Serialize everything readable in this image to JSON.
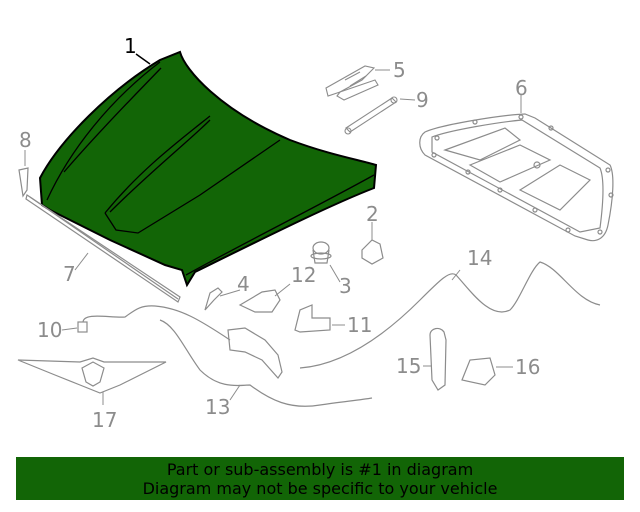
{
  "diagram": {
    "highlight_color": "#126506",
    "line_color": "#8c8c8c",
    "parts": [
      {
        "number": "1",
        "name": "hood panel",
        "highlighted": true
      },
      {
        "number": "2",
        "name": "bumper stop"
      },
      {
        "number": "3",
        "name": "grommet"
      },
      {
        "number": "4",
        "name": "bracket"
      },
      {
        "number": "5",
        "name": "hood hinge"
      },
      {
        "number": "6",
        "name": "hood insulator"
      },
      {
        "number": "7",
        "name": "weatherstrip"
      },
      {
        "number": "8",
        "name": "side seal"
      },
      {
        "number": "9",
        "name": "lift support"
      },
      {
        "number": "10",
        "name": "switch"
      },
      {
        "number": "11",
        "name": "bracket"
      },
      {
        "number": "12",
        "name": "bracket"
      },
      {
        "number": "13",
        "name": "release cable"
      },
      {
        "number": "14",
        "name": "release cable"
      },
      {
        "number": "15",
        "name": "release handle"
      },
      {
        "number": "16",
        "name": "actuator"
      },
      {
        "number": "17",
        "name": "emblem"
      }
    ]
  },
  "banner": {
    "line1": "Part or sub-assembly is #1 in diagram",
    "line2": "Diagram may not be specific to your vehicle",
    "background": "#126506"
  }
}
